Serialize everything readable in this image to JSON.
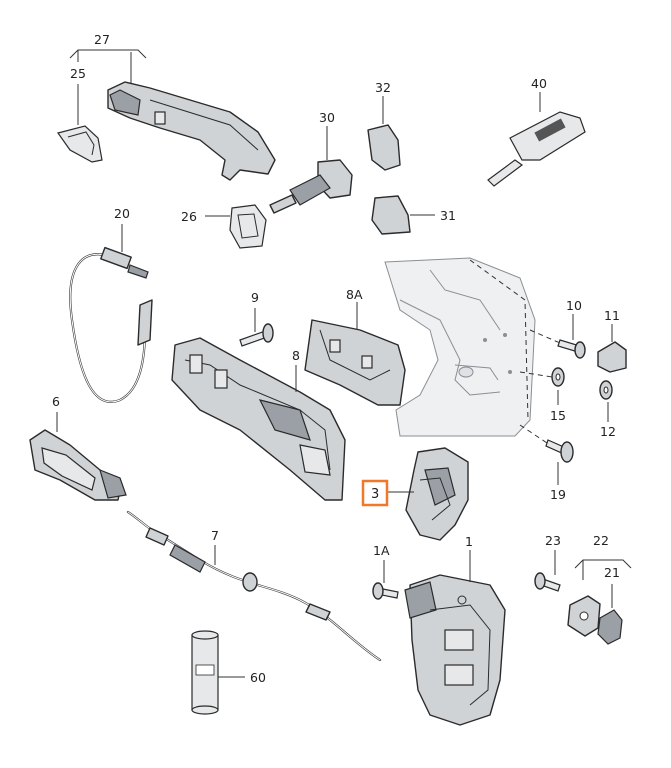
{
  "labels": {
    "l27": "27",
    "l25": "25",
    "l32": "32",
    "l40": "40",
    "l30": "30",
    "l26": "26",
    "l31": "31",
    "l20": "20",
    "l9": "9",
    "l8A": "8A",
    "l10": "10",
    "l11": "11",
    "l8": "8",
    "l15": "15",
    "l12": "12",
    "l6": "6",
    "l3": "3",
    "l19": "19",
    "l7": "7",
    "l1A": "1A",
    "l1": "1",
    "l23": "23",
    "l22": "22",
    "l21": "21",
    "l60": "60"
  },
  "highlight": {
    "label": "3",
    "color": "#f0782a"
  }
}
